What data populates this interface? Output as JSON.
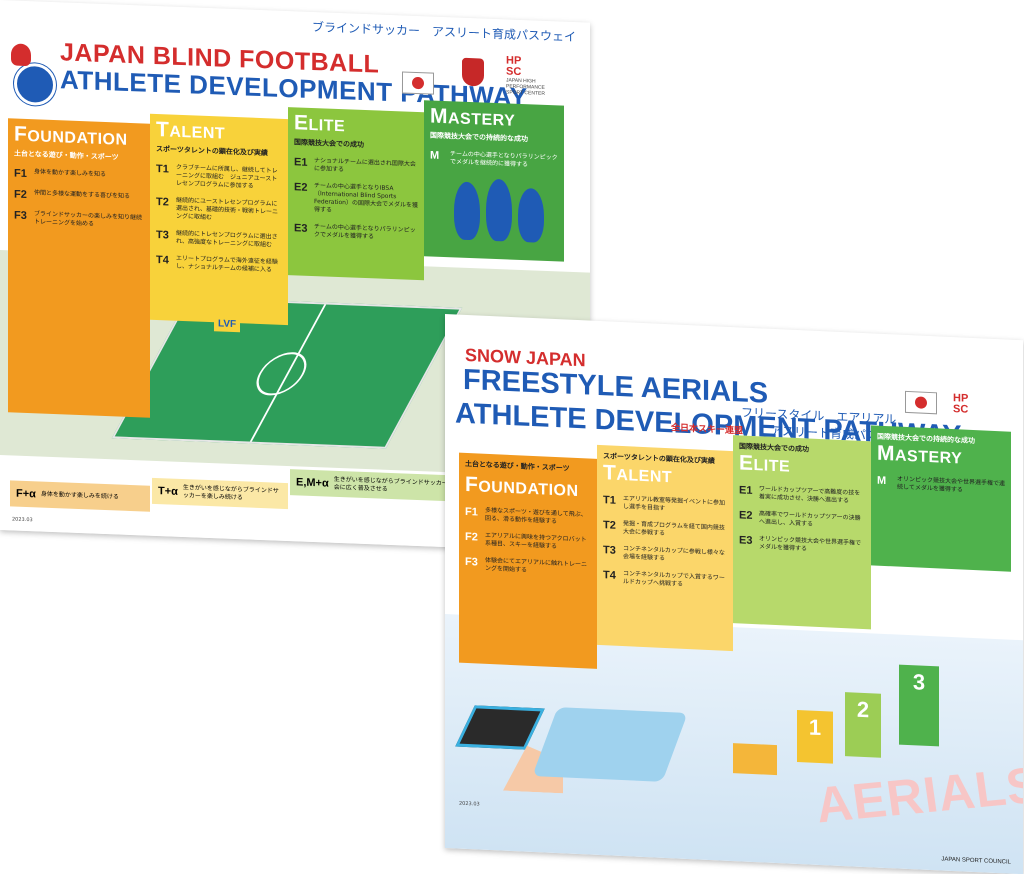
{
  "poster1": {
    "title_line1": "JAPAN BLIND FOOTBALL",
    "title_line2": "ATHLETE DEVELOPMENT PATHWAY",
    "jp_subtitle": "ブラインドサッカー　アスリート育成パスウェイ",
    "hpsc_text": "HP\nSC",
    "hpsc_small": "JAPAN HIGH PERFORMANCE SPORT CENTER",
    "stages": [
      {
        "key": "foundation",
        "cap": "F",
        "rest": "OUNDATION",
        "sub": "土台となる遊び・動作・スポーツ",
        "items": [
          {
            "code": "F1",
            "text": "身体を動かす楽しみを知る"
          },
          {
            "code": "F2",
            "text": "仲間と多様な運動をする喜びを知る"
          },
          {
            "code": "F3",
            "text": "ブラインドサッカーの楽しみを知り継続トレーニングを始める"
          }
        ]
      },
      {
        "key": "talent",
        "cap": "T",
        "rest": "ALENT",
        "sub": "スポーツタレントの顕在化及び実績",
        "items": [
          {
            "code": "T1",
            "text": "クラブチームに所属し、継続してトレーニングに取組む　ジュニアユーストレセンプログラムに参加する"
          },
          {
            "code": "T2",
            "text": "継続的にユーストレセンプログラムに選出され、基礎的技術・戦術トレーニングに取組む"
          },
          {
            "code": "T3",
            "text": "継続的にトレセンプログラムに選出され、高強度なトレーニングに取組む"
          },
          {
            "code": "T4",
            "text": "エリートプログラムで海外遠征を経験し、ナショナルチームの候補に入る"
          }
        ]
      },
      {
        "key": "elite",
        "cap": "E",
        "rest": "LITE",
        "sub": "国際競技大会での成功",
        "items": [
          {
            "code": "E1",
            "text": "ナショナルチームに選出され国際大会に参加する"
          },
          {
            "code": "E2",
            "text": "チームの中心選手となりIBSA（International Blind Sports Federation）の国際大会でメダルを獲得する"
          },
          {
            "code": "E3",
            "text": "チームの中心選手となりパラリンピックでメダルを獲得する"
          }
        ]
      },
      {
        "key": "mastery",
        "cap": "M",
        "rest": "ASTERY",
        "sub": "国際競技大会での持続的な成功",
        "items": [
          {
            "code": "M",
            "text": "チームの中心選手となりパラリンピックでメダルを継続的に獲得する"
          }
        ]
      }
    ],
    "lvf_label": "LVF",
    "bottom": [
      {
        "code": "F+α",
        "text": "身体を動かす楽しみを続ける"
      },
      {
        "code": "T+α",
        "text": "生きがいを感じながらブラインドサッカーを楽しみ続ける"
      },
      {
        "code": "E,M+α",
        "text": "生きがいを感じながらブラインドサッカーを社会に広く普及させる"
      }
    ],
    "code_tag": "2023.03",
    "colors": {
      "foundation": "#f29a1f",
      "talent": "#f8d23a",
      "elite": "#8cc63e",
      "mastery": "#48a543",
      "title_red": "#d42d2d",
      "title_blue": "#1f5bb5"
    }
  },
  "poster2": {
    "snow_label": "SNOW JAPAN",
    "title_line1": "FREESTYLE AERIALS",
    "title_line2": "ATHLETE DEVELOPMENT PATHWAY",
    "ski_assoc": "全日本スキー連盟",
    "jp_title1": "フリースタイル　エアリアル",
    "jp_title2": "アスリート育成パスウェイ",
    "hpsc_text": "HP\nSC",
    "stages": [
      {
        "key": "foundation",
        "cap": "F",
        "rest": "OUNDATION",
        "sub": "土台となる遊び・動作・スポーツ",
        "items": [
          {
            "code": "F1",
            "text": "多様なスポーツ・遊びを通して飛ぶ、回る、滑る動作を経験する"
          },
          {
            "code": "F2",
            "text": "エアリアルに興味を持つアクロバット系種目、スキーを経験する"
          },
          {
            "code": "F3",
            "text": "体験会にてエアリアルに触れトレーニングを開始する"
          }
        ]
      },
      {
        "key": "talent",
        "cap": "T",
        "rest": "ALENT",
        "sub": "スポーツタレントの顕在化及び実績",
        "items": [
          {
            "code": "T1",
            "text": "エアリアル教室等発掘イベントに参加し選手を目指す"
          },
          {
            "code": "T2",
            "text": "発掘・育成プログラムを経て国内競技大会に参戦する"
          },
          {
            "code": "T3",
            "text": "コンチネンタルカップに参戦し様々な会場を経験する"
          },
          {
            "code": "T4",
            "text": "コンチネンタルカップで入賞するワールドカップへ挑戦する"
          }
        ]
      },
      {
        "key": "elite",
        "cap": "E",
        "rest": "LITE",
        "sub": "国際競技大会での成功",
        "items": [
          {
            "code": "E1",
            "text": "ワールドカップツアーで高難度の技を着実に成功させ、決勝へ進出する"
          },
          {
            "code": "E2",
            "text": "高確率でワールドカップツアーの決勝へ進出し、入賞する"
          },
          {
            "code": "E3",
            "text": "オリンピック競技大会や世界選手権でメダルを獲得する"
          }
        ]
      },
      {
        "key": "mastery",
        "cap": "M",
        "rest": "ASTERY",
        "sub": "国際競技大会での持続的な成功",
        "items": [
          {
            "code": "M",
            "text": "オリンピック競技大会や世界選手権で連続してメダルを獲得する"
          }
        ]
      }
    ],
    "podium": [
      "1",
      "2",
      "3"
    ],
    "aerials_text": "AERIALS",
    "jsc": "JAPAN SPORT COUNCIL",
    "code_tag": "2023.03",
    "colors": {
      "foundation": "#f29a1f",
      "talent": "#fbd66a",
      "elite": "#b7d96b",
      "mastery": "#4fb24c"
    }
  }
}
